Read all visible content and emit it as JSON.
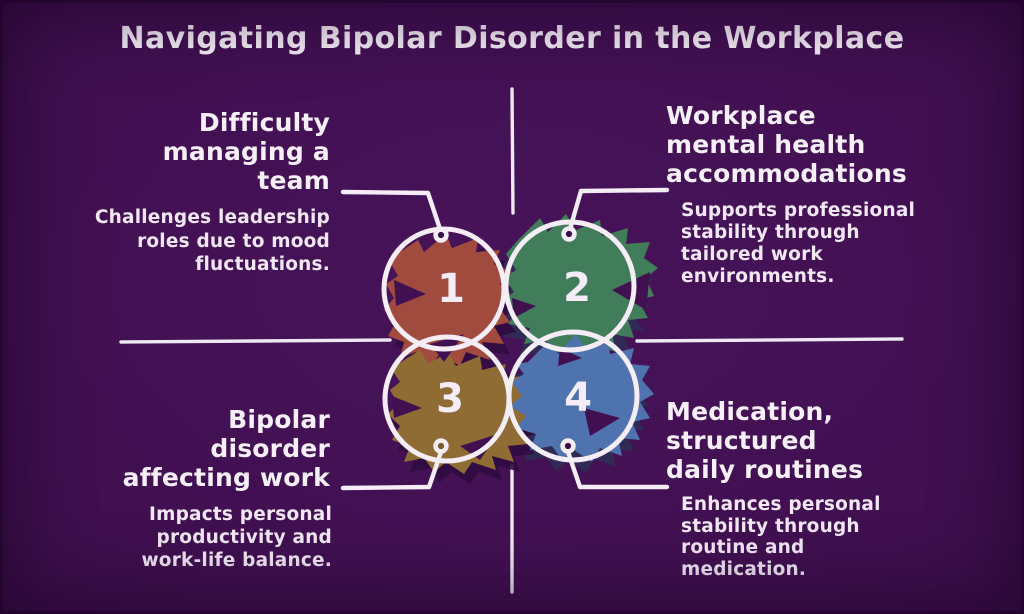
{
  "title": "Navigating Bipolar Disorder in the Workplace",
  "colors": {
    "background": "#411051",
    "text": "#f7f0f9",
    "line_white": "#f4edf6",
    "rust": "#a04b3e",
    "green": "#417d5a",
    "gold": "#8f6c34",
    "blue": "#4e73ae",
    "shadow_cool": "#2e2f55",
    "shadow_warm": "#300c40",
    "notch_purple": "#411051",
    "donut_hole_dark": "#3a0e49",
    "donut_hole_gold": "#75592b"
  },
  "sections": [
    {
      "number": "1",
      "heading": "Difficulty\nmanaging a\nteam",
      "body": "Challenges leadership\nroles due to mood\nfluctuations."
    },
    {
      "number": "2",
      "heading": "Workplace\nmental health\naccommodations",
      "body": "Supports professional\nstability through\ntailored work\nenvironments."
    },
    {
      "number": "3",
      "heading": "Bipolar\ndisorder\naffecting work",
      "body": "Impacts personal\nproductivity and\nwork-life balance."
    },
    {
      "number": "4",
      "heading": "Medication,\nstructured\ndaily routines",
      "body": "Enhances personal\nstability through\nroutine and\nmedication."
    }
  ]
}
